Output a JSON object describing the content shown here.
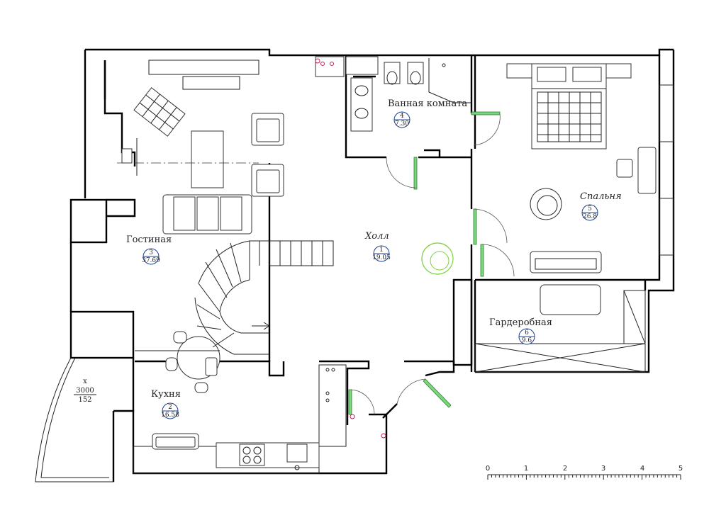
{
  "rooms": [
    {
      "id": "hall",
      "name": "Холл",
      "number": "1",
      "area": "19.05"
    },
    {
      "id": "kitchen",
      "name": "Кухня",
      "number": "2",
      "area": "16.58"
    },
    {
      "id": "living",
      "name": "Гостиная",
      "number": "3",
      "area": "37.69"
    },
    {
      "id": "bathroom",
      "name": "Ванная комната",
      "number": "4",
      "area": "7.30"
    },
    {
      "id": "bedroom",
      "name": "Спальня",
      "number": "5",
      "area": "26.8"
    },
    {
      "id": "wardrobe",
      "name": "Гардеробная",
      "number": "6",
      "area": "9.6"
    }
  ],
  "bay_note": {
    "x": "x",
    "width": "3000",
    "depth": "152"
  },
  "scale": {
    "ticks": [
      "0",
      "1",
      "2",
      "3",
      "4",
      "5"
    ]
  },
  "colors": {
    "walls": "#000000",
    "doors": "#2e7d32",
    "door_fill": "#7cd67c",
    "bubble": "#1a3f8f"
  }
}
